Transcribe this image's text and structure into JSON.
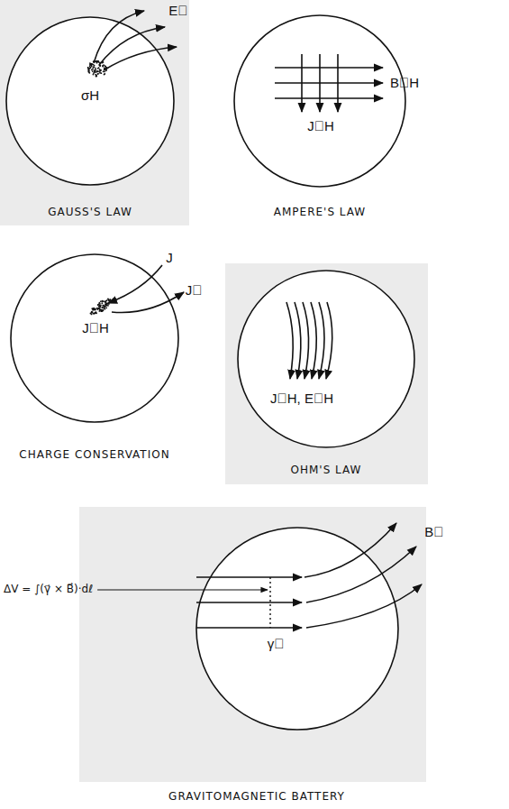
{
  "diagram": {
    "nodes": [
      {
        "text": [
          "σH",
          "E⃗",
          "GAUSS'S LAW"
        ]
      },
      {
        "text": [
          "B⃗H",
          "J⃗H",
          "AMPERE'S LAW"
        ]
      },
      {
        "text": [
          "J",
          "J⃗H",
          "J⃗",
          "CHARGE CONSERVATION"
        ]
      },
      {
        "text": [
          "J⃗H, E⃗H",
          "OHM'S LAW"
        ]
      },
      {
        "text": [
          "ΔV = ∫(γ⃗ × B⃗)·dℓ",
          "B⃗",
          "γ⃗",
          "GRAVITOMAGNETIC BATTERY"
        ]
      }
    ]
  }
}
